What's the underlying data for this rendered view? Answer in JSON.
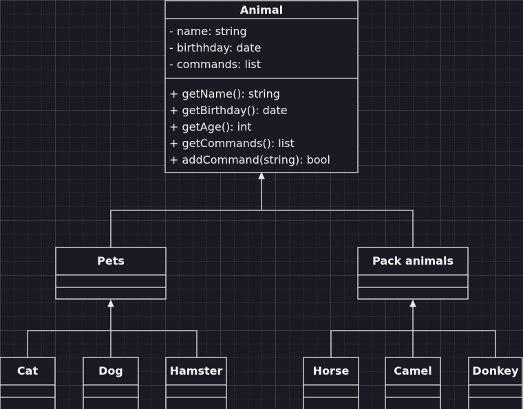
{
  "diagram": {
    "animal": {
      "name": "Animal",
      "attributes": [
        "- name: string",
        "- birthhday: date",
        "- commands: list"
      ],
      "methods": [
        "+ getName(): string",
        "+ getBirthday(): date",
        "+ getAge(): int",
        "+ getCommands(): list",
        "+ addCommand(string): bool"
      ]
    },
    "pets": {
      "name": "Pets"
    },
    "pack": {
      "name": "Pack animals"
    },
    "pet_children": [
      {
        "name": "Cat"
      },
      {
        "name": "Dog"
      },
      {
        "name": "Hamster"
      }
    ],
    "pack_children": [
      {
        "name": "Horse"
      },
      {
        "name": "Camel"
      },
      {
        "name": "Donkey"
      }
    ]
  }
}
